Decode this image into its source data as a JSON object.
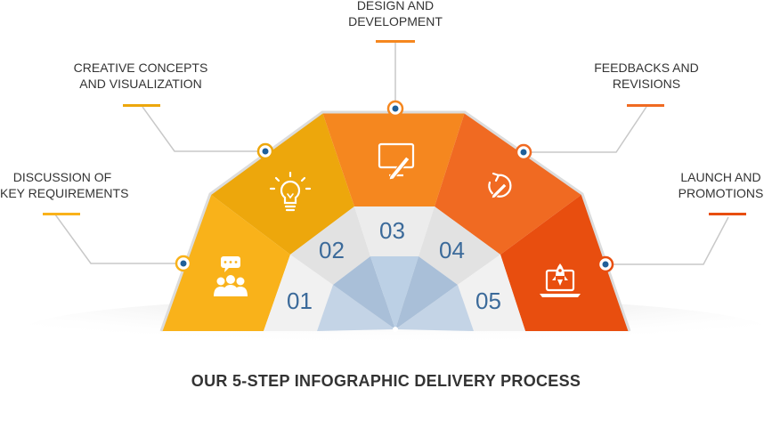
{
  "caption": "OUR 5-STEP INFOGRAPHIC DELIVERY PROCESS",
  "steps": [
    {
      "number": "01",
      "line1": "DISCUSSION OF",
      "line2": "KEY REQUIREMENTS",
      "color": "#f9b21a",
      "icon": "people-chat-icon"
    },
    {
      "number": "02",
      "line1": "CREATIVE CONCEPTS",
      "line2": "AND VISUALIZATION",
      "color": "#eda70c",
      "icon": "lightbulb-icon"
    },
    {
      "number": "03",
      "line1": "DESIGN AND",
      "line2": "DEVELOPMENT",
      "color": "#f5871f",
      "icon": "monitor-pen-icon"
    },
    {
      "number": "04",
      "line1": "FEEDBACKS AND",
      "line2": "REVISIONS",
      "color": "#f06a22",
      "icon": "refresh-edit-icon"
    },
    {
      "number": "05",
      "line1": "LAUNCH AND",
      "line2": "PROMOTIONS",
      "color": "#e84e0f",
      "icon": "laptop-rocket-icon"
    }
  ],
  "colors": {
    "connector": "#c8c8c8",
    "dot_blue": "#1f5f99",
    "inner_ring": "#e3e3e3",
    "hub": "#b7cbe0",
    "number": "#3b6a9a"
  }
}
